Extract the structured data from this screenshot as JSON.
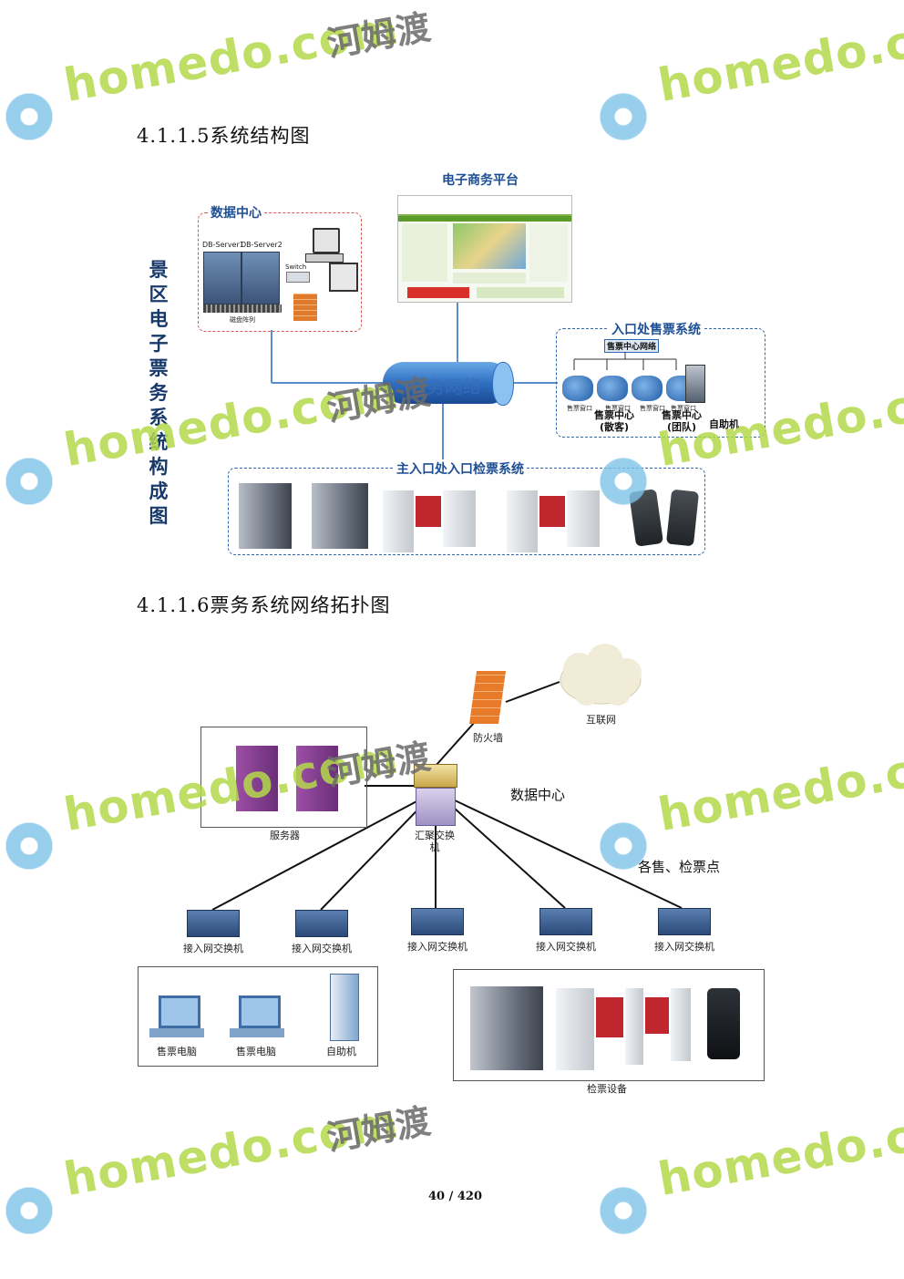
{
  "section1": {
    "heading": "4.1.1.5系统结构图",
    "vertical_title": [
      "景",
      "区",
      "电",
      "子",
      "票",
      "务",
      "系",
      "统",
      "构",
      "成",
      "图"
    ],
    "ecommerce_title": "电子商务平台",
    "datacenter_title": "数据中心",
    "server1_label": "DB-Server1",
    "server2_label": "DB-Server2",
    "switch_label": "Switch",
    "disk_label": "磁盘阵列",
    "network_label": "务网络",
    "entry_system_title": "入口处售票系统",
    "ticket_network_label": "售票中心网络",
    "window_label_1": "售票窗口",
    "window_label_2": "售票窗口",
    "window_label_3": "售票窗口",
    "window_label_4": "售票窗口",
    "center_individual": "售票中心",
    "center_individual_sub": "(散客)",
    "center_group": "售票中心",
    "center_group_sub": "(团队)",
    "self_service": "自助机",
    "gate_system_title": "主入口处入口检票系统"
  },
  "section2": {
    "heading": "4.1.1.6票务系统网络拓扑图",
    "internet": "互联网",
    "firewall": "防火墙",
    "server": "服务器",
    "datacenter": "数据中心",
    "core_switch": "汇聚交换机",
    "points": "各售、检票点",
    "access_switch": "接入网交换机",
    "pc1": "售票电脑",
    "pc2": "售票电脑",
    "kiosk": "自助机",
    "checking": "检票设备"
  },
  "page_number": "40 / 420",
  "watermark": {
    "en": "homedo.com",
    "cn": "河姆渡"
  },
  "colors": {
    "title_blue": "#1d4f96",
    "watermark_green": "#b5d94c",
    "red_dash": "#d45a4e"
  }
}
